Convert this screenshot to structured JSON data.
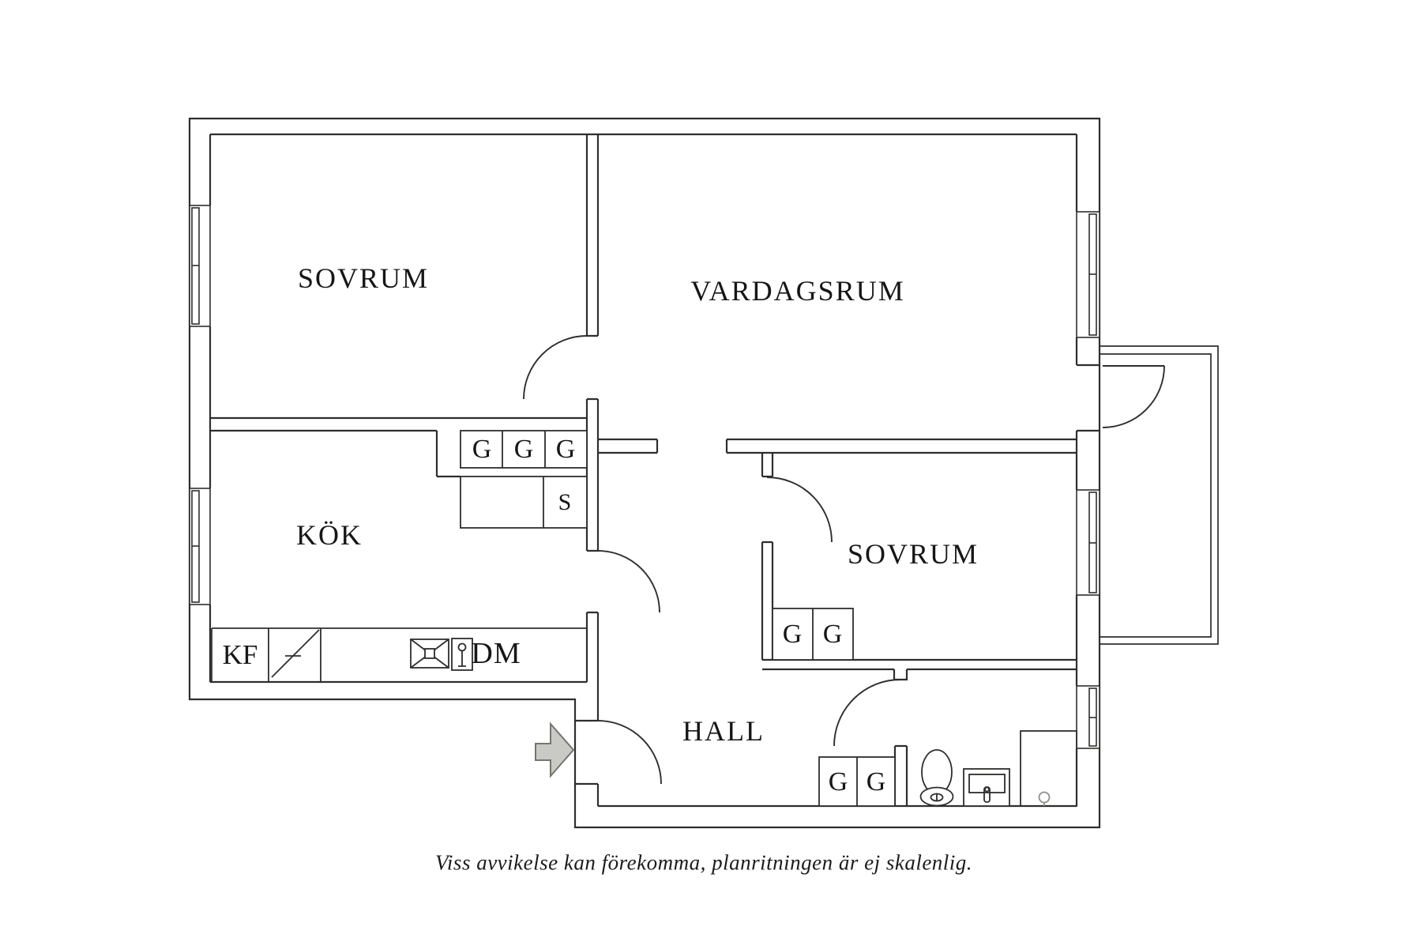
{
  "plan": {
    "rooms": [
      {
        "name": "sovrum-1",
        "label": "SOVRUM"
      },
      {
        "name": "vardagsrum",
        "label": "VARDAGSRUM"
      },
      {
        "name": "kok",
        "label": "KÖK"
      },
      {
        "name": "sovrum-2",
        "label": "SOVRUM"
      },
      {
        "name": "hall",
        "label": "HALL"
      }
    ],
    "fixtures": {
      "wardrobe_label": "G",
      "cabinet_label": "S",
      "fridge_freezer_label": "KF",
      "dishwasher_label": "DM"
    },
    "icons": {
      "entry_arrow": "entry-direction-arrow",
      "toilet": "toilet",
      "washbasin": "washbasin",
      "shower_drain": "floor-drain",
      "kitchen_sink": "kitchen-sink",
      "stove": "stove-symbol",
      "windows": "window-symbol",
      "doors": "door-swing-arc"
    },
    "colors": {
      "background": "#ffffff",
      "line": "#2e2e2c",
      "text": "#161616",
      "arrow_fill": "#c9c9c5",
      "arrow_stroke": "#75756f",
      "drain": "#8d8d89"
    },
    "caption": "Viss avvikelse kan förekomma, planritningen är ej skalenlig."
  }
}
